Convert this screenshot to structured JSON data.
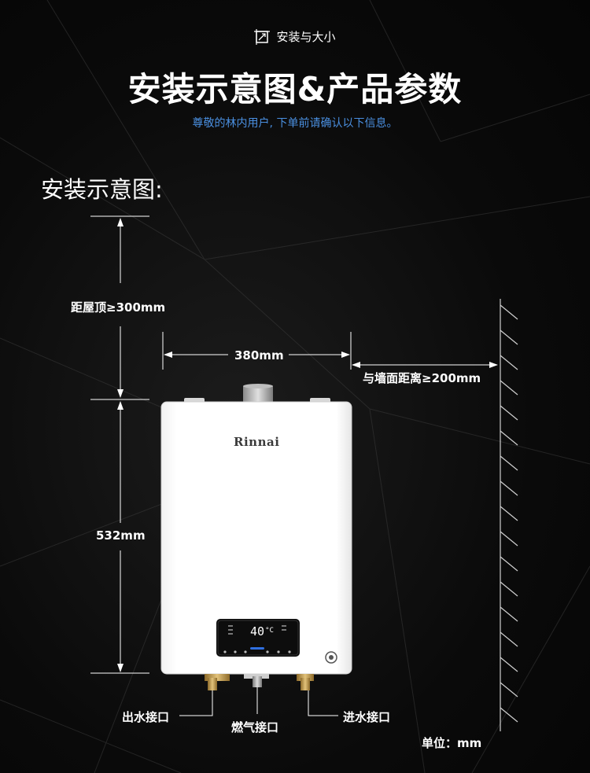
{
  "header": {
    "section_tag": "安装与大小",
    "title": "安装示意图&产品参数",
    "subtitle": "尊敬的林内用户, 下单前请确认以下信息。"
  },
  "diagram": {
    "label": "安装示意图:",
    "dim_top": "距屋顶≥300mm",
    "dim_width": "380mm",
    "dim_wall": "与墙面距离≥200mm",
    "dim_height": "532mm",
    "brand": "Rinnai",
    "display_temp": "40",
    "display_unit": "°C",
    "outlet_water": "出水接口",
    "gas_inlet": "燃气接口",
    "inlet_water": "进水接口",
    "unit_note": "单位：mm"
  },
  "colors": {
    "accent_blue": "#4a8fe0",
    "background": "#070707",
    "heater_body": "#ffffff"
  }
}
